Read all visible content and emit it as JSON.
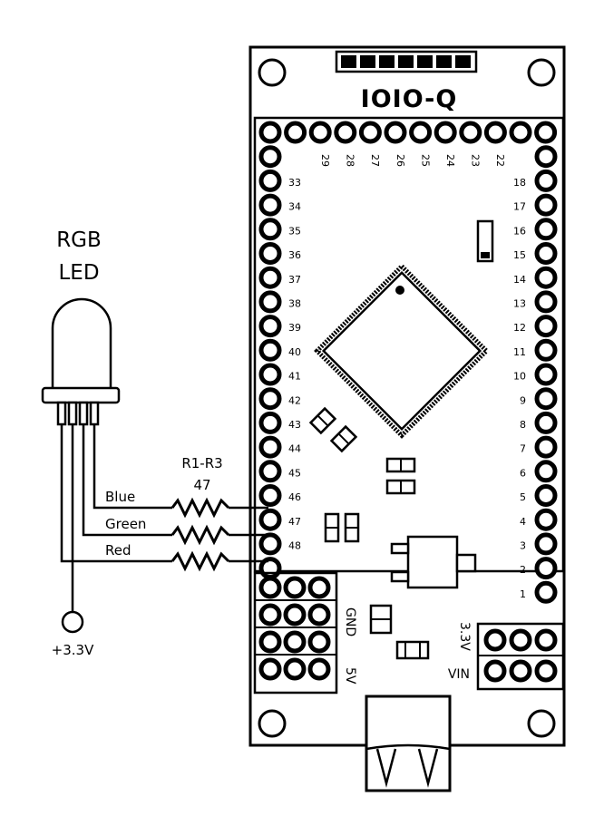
{
  "board": {
    "title": "IOIO-Q",
    "left_pins": [
      "33",
      "34",
      "35",
      "36",
      "37",
      "38",
      "39",
      "40",
      "41",
      "42",
      "43",
      "44",
      "45",
      "46",
      "47",
      "48"
    ],
    "right_pins": [
      "18",
      "17",
      "16",
      "15",
      "14",
      "13",
      "12",
      "11",
      "10",
      "9",
      "8",
      "7",
      "6",
      "5",
      "4",
      "3",
      "2",
      "1"
    ],
    "top_pins": [
      "29",
      "28",
      "27",
      "26",
      "25",
      "24",
      "23",
      "22"
    ],
    "gnd_label": "GND",
    "v5_label": "5V",
    "v33_label": "3.3V",
    "vin_label": "VIN"
  },
  "led": {
    "title_line1": "RGB",
    "title_line2": "LED",
    "supply_label": "+3.3V"
  },
  "resistors": {
    "name": "R1-R3",
    "value": "47"
  },
  "wires": [
    "Blue",
    "Green",
    "Red"
  ],
  "colors": {
    "ink": "#000000",
    "paper": "#ffffff"
  }
}
